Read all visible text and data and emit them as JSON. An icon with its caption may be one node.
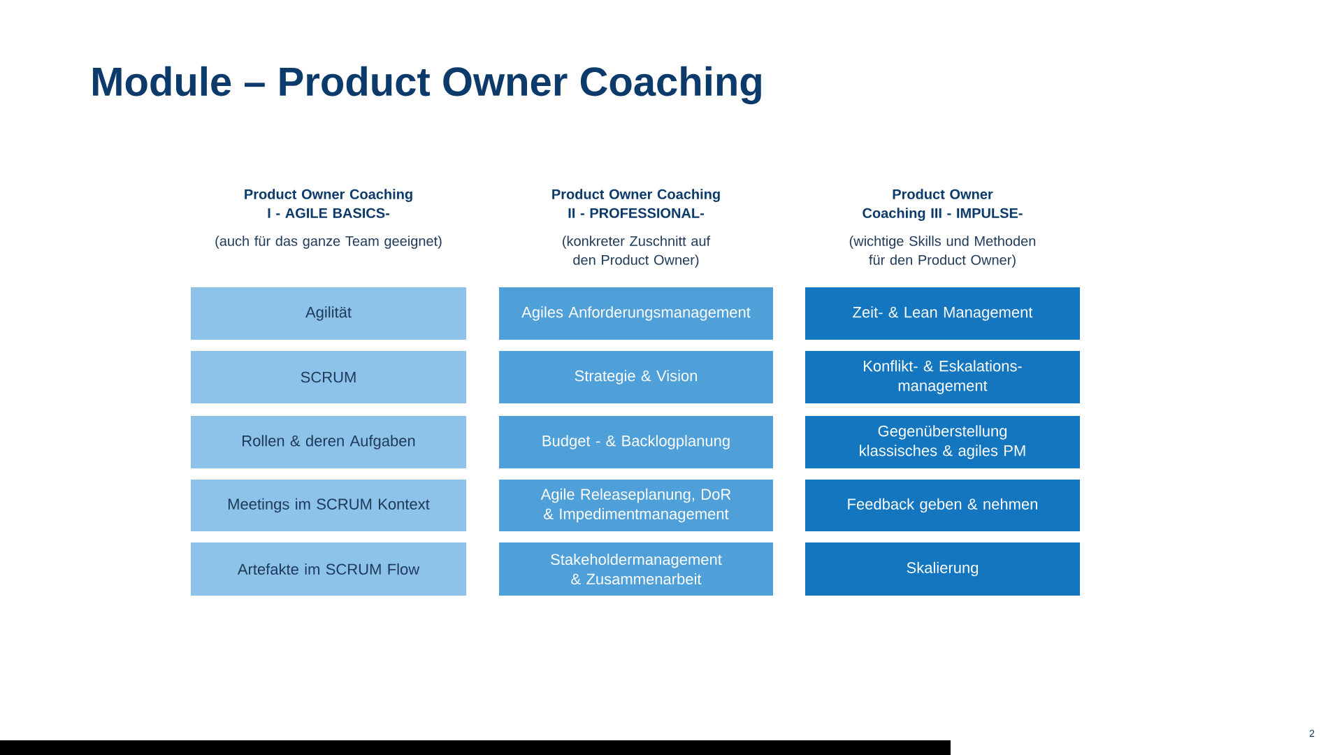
{
  "diagram": {
    "title": "Module – Product Owner Coaching",
    "nodes": [
      {
        "text": [
          "Agilität"
        ]
      },
      {
        "text": [
          "SCRUM"
        ]
      },
      {
        "text": [
          "Rollen & deren Aufgaben"
        ]
      },
      {
        "text": [
          "Meetings im SCRUM Kontext"
        ]
      },
      {
        "text": [
          "Artefakte im SCRUM Flow"
        ]
      },
      {
        "text": [
          "Agiles Anforderungsmanagement"
        ]
      },
      {
        "text": [
          "Strategie & Vision"
        ]
      },
      {
        "text": [
          "Budget - & Backlogplanung"
        ]
      },
      {
        "text": [
          "Agile Releaseplanung, DoR & Impedimentmanagement"
        ]
      },
      {
        "text": [
          "Stakeholdermanagement & Zusammenarbeit"
        ]
      },
      {
        "text": [
          "Zeit- & Lean Management"
        ]
      },
      {
        "text": [
          "Konflikt- & Eskalations- management"
        ]
      },
      {
        "text": [
          "Gegenüberstellung klassisches & agiles PM"
        ]
      },
      {
        "text": [
          "Feedback geben & nehmen"
        ]
      },
      {
        "text": [
          "Skalierung"
        ]
      }
    ],
    "labels": [
      "Product Owner Coaching I - AGILE BASICS-",
      "Product Owner Coaching II - PROFESSIONAL-",
      "Product Owner Coaching III - IMPULSE-",
      "(auch für das ganze Team geeignet)",
      "(konkreter Zuschnitt auf den Product Owner)",
      "(wichtige Skills und Methoden für den Product Owner)",
      "2"
    ]
  }
}
